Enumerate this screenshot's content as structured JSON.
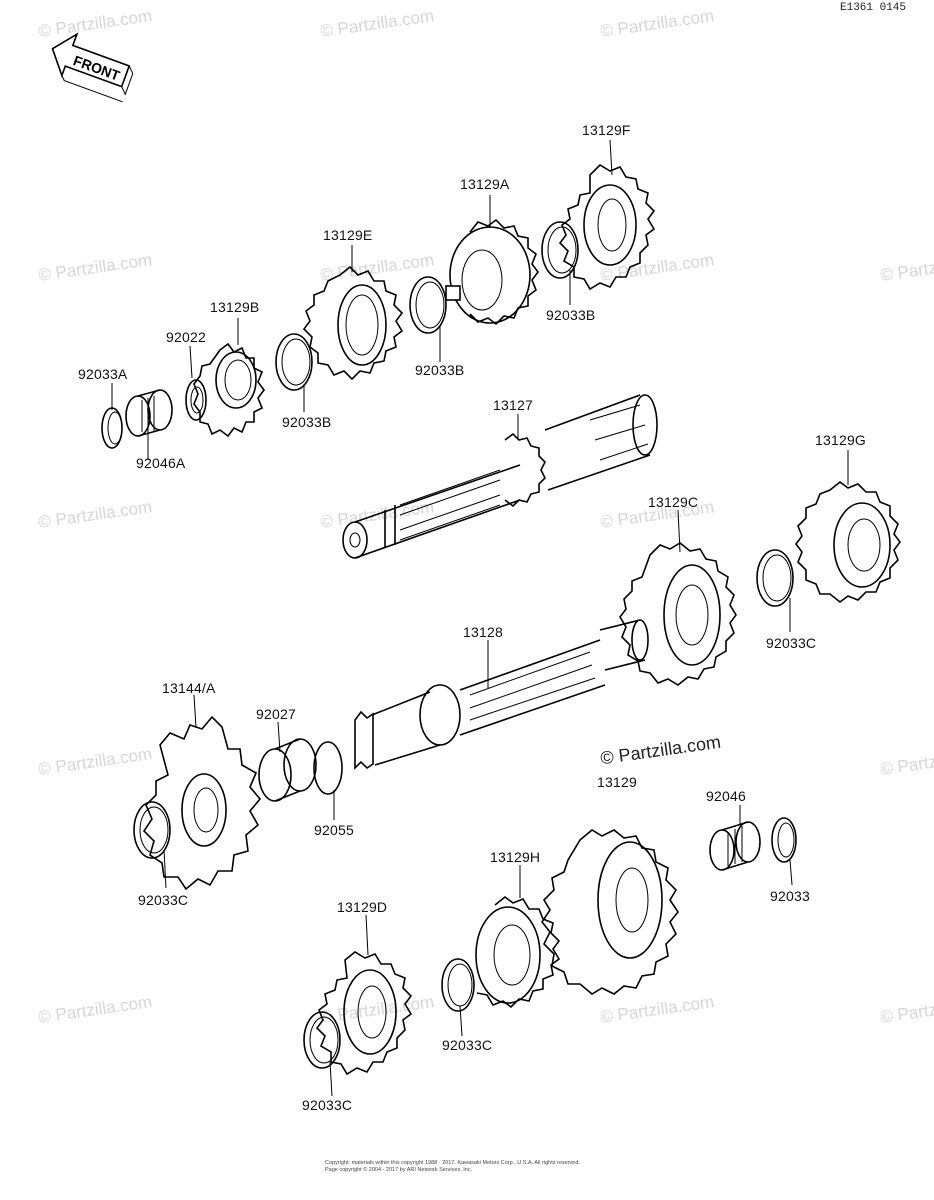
{
  "diagram": {
    "code": "E1361 0145",
    "front_arrow": "FRONT",
    "watermark": "© Partzilla.com",
    "highlight_watermark": "© Partzilla.com",
    "copyright_line1": "Copyright: materials within this copyright 1988 · 2017. Kawasaki Motors Corp., U.S.A. All rights reserved.",
    "copyright_line2": "Page copyright © 2004 - 2017 by ARI Network Services, Inc."
  },
  "labels": {
    "13129F": "13129F",
    "13129A": "13129A",
    "13129E": "13129E",
    "13129B": "13129B",
    "92022": "92022",
    "92033A": "92033A",
    "92046A": "92046A",
    "92033B_1": "92033B",
    "92033B_2": "92033B",
    "92033B_3": "92033B",
    "13127": "13127",
    "13129G": "13129G",
    "13129C": "13129C",
    "92033C_1": "92033C",
    "13128": "13128",
    "13144A": "13144/A",
    "92027": "92027",
    "92055": "92055",
    "13129": "13129",
    "92046": "92046",
    "92033": "92033",
    "13129H": "13129H",
    "13129D": "13129D",
    "92033C_2": "92033C",
    "92033C_3": "92033C",
    "92033C_4": "92033C"
  }
}
